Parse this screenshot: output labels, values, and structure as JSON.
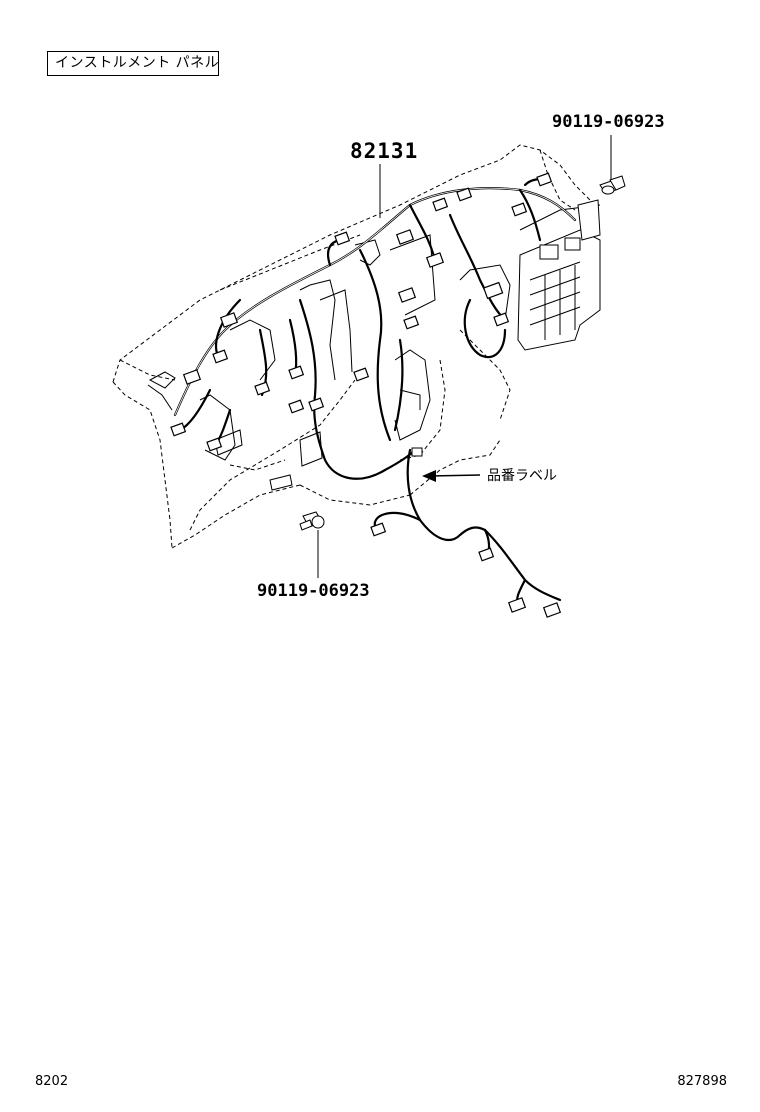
{
  "header": {
    "section_title": "インストルメント パネル"
  },
  "parts": {
    "harness_number": "82131",
    "bolt_top_number": "90119-06923",
    "bolt_bottom_number": "90119-06923",
    "label_callout": "品番ラベル"
  },
  "footer": {
    "left_code": "8202",
    "right_code": "827898"
  }
}
